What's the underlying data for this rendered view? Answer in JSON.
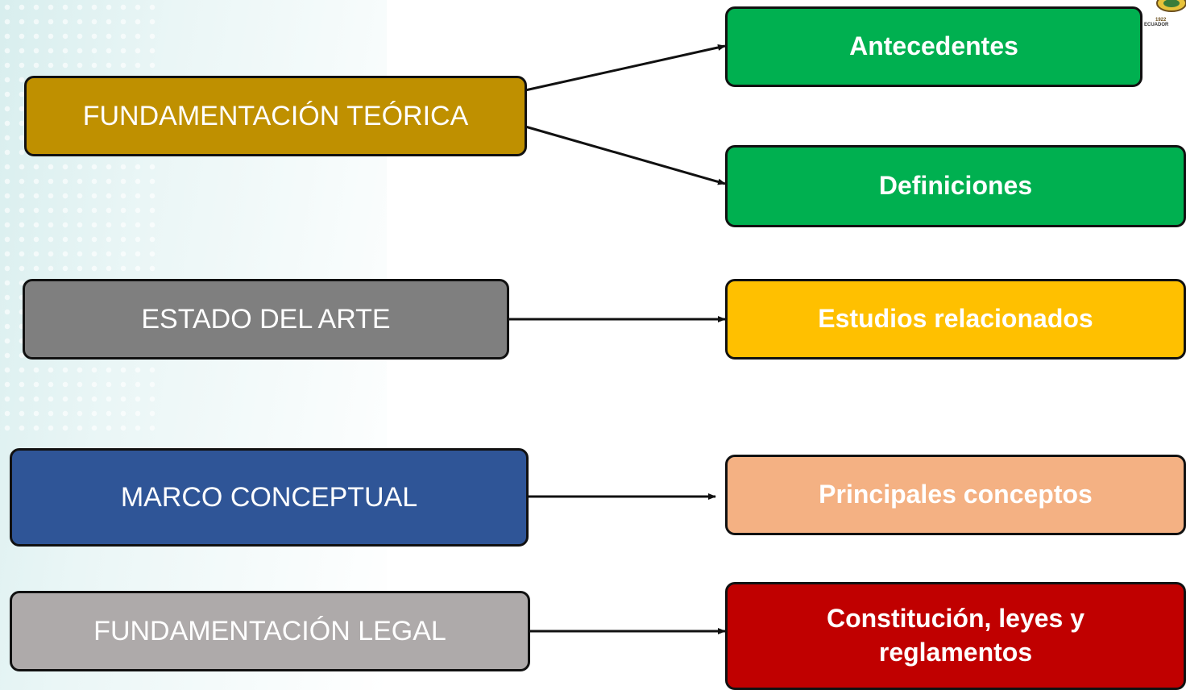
{
  "left_nodes": [
    {
      "label": "FUNDAMENTACIÓN TEÓRICA",
      "color": "#bf9000"
    },
    {
      "label": "ESTADO DEL ARTE",
      "color": "#7f7f7f"
    },
    {
      "label": "MARCO CONCEPTUAL",
      "color": "#2f5597"
    },
    {
      "label": "FUNDAMENTACIÓN LEGAL",
      "color": "#aeaaaa"
    }
  ],
  "right_nodes": [
    {
      "label": "Antecedentes",
      "color": "#00b050"
    },
    {
      "label": "Definiciones",
      "color": "#00b050"
    },
    {
      "label": "Estudios relacionados",
      "color": "#ffc000"
    },
    {
      "label": "Principales conceptos",
      "color": "#f4b183"
    },
    {
      "label": "Constitución, leyes y reglamentos",
      "color": "#c00000"
    }
  ],
  "logo": {
    "year": "1922",
    "text": "ECUADOR"
  }
}
